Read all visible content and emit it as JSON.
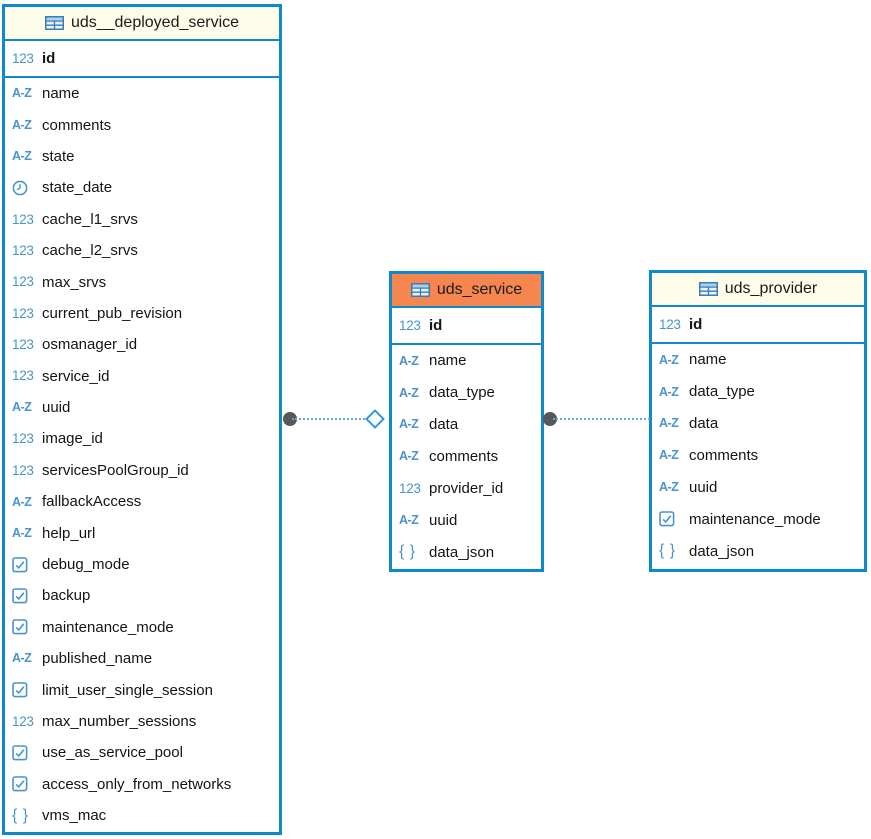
{
  "diagram": {
    "kind": "entity-relationship-diagram"
  },
  "icon_labels": {
    "num": "123",
    "str": "A-Z",
    "json": "{ }"
  },
  "tables": [
    {
      "title": "uds__deployed_service",
      "header_style": "yellow",
      "pk": {
        "name": "id",
        "type": "num"
      },
      "columns": [
        {
          "name": "name",
          "type": "str"
        },
        {
          "name": "comments",
          "type": "str"
        },
        {
          "name": "state",
          "type": "str"
        },
        {
          "name": "state_date",
          "type": "date"
        },
        {
          "name": "cache_l1_srvs",
          "type": "num"
        },
        {
          "name": "cache_l2_srvs",
          "type": "num"
        },
        {
          "name": "max_srvs",
          "type": "num"
        },
        {
          "name": "current_pub_revision",
          "type": "num"
        },
        {
          "name": "osmanager_id",
          "type": "num"
        },
        {
          "name": "service_id",
          "type": "num"
        },
        {
          "name": "uuid",
          "type": "str"
        },
        {
          "name": "image_id",
          "type": "num"
        },
        {
          "name": "servicesPoolGroup_id",
          "type": "num"
        },
        {
          "name": "fallbackAccess",
          "type": "str"
        },
        {
          "name": "help_url",
          "type": "str"
        },
        {
          "name": "debug_mode",
          "type": "bool"
        },
        {
          "name": "backup",
          "type": "bool"
        },
        {
          "name": "maintenance_mode",
          "type": "bool"
        },
        {
          "name": "published_name",
          "type": "str"
        },
        {
          "name": "limit_user_single_session",
          "type": "bool"
        },
        {
          "name": "max_number_sessions",
          "type": "num"
        },
        {
          "name": "use_as_service_pool",
          "type": "bool"
        },
        {
          "name": "access_only_from_networks",
          "type": "bool"
        },
        {
          "name": "vms_mac",
          "type": "json"
        }
      ]
    },
    {
      "title": "uds_service",
      "header_style": "orange",
      "pk": {
        "name": "id",
        "type": "num"
      },
      "columns": [
        {
          "name": "name",
          "type": "str"
        },
        {
          "name": "data_type",
          "type": "str"
        },
        {
          "name": "data",
          "type": "str"
        },
        {
          "name": "comments",
          "type": "str"
        },
        {
          "name": "provider_id",
          "type": "num"
        },
        {
          "name": "uuid",
          "type": "str"
        },
        {
          "name": "data_json",
          "type": "json"
        }
      ]
    },
    {
      "title": "uds_provider",
      "header_style": "yellow",
      "pk": {
        "name": "id",
        "type": "num"
      },
      "columns": [
        {
          "name": "name",
          "type": "str"
        },
        {
          "name": "data_type",
          "type": "str"
        },
        {
          "name": "data",
          "type": "str"
        },
        {
          "name": "comments",
          "type": "str"
        },
        {
          "name": "uuid",
          "type": "str"
        },
        {
          "name": "maintenance_mode",
          "type": "bool"
        },
        {
          "name": "data_json",
          "type": "json"
        }
      ]
    }
  ],
  "relationships": [
    {
      "from_table": "uds__deployed_service",
      "to_table": "uds_service",
      "line_style": "dotted",
      "start_marker": "filled-circle",
      "end_marker": "open-diamond"
    },
    {
      "from_table": "uds_service",
      "to_table": "uds_provider",
      "line_style": "dotted",
      "start_marker": "filled-circle",
      "end_marker": "none"
    }
  ],
  "colors": {
    "table_border_blue": "#1089ca",
    "header_yellow": "#fdfce9",
    "header_orange": "#f6864f",
    "type_icon_blue": "#4a94cb",
    "connector_line_blue": "#5fabdd",
    "connector_circle_gray": "#56585a",
    "connector_diamond_blue": "#2b99d9",
    "text_black": "#141414"
  }
}
